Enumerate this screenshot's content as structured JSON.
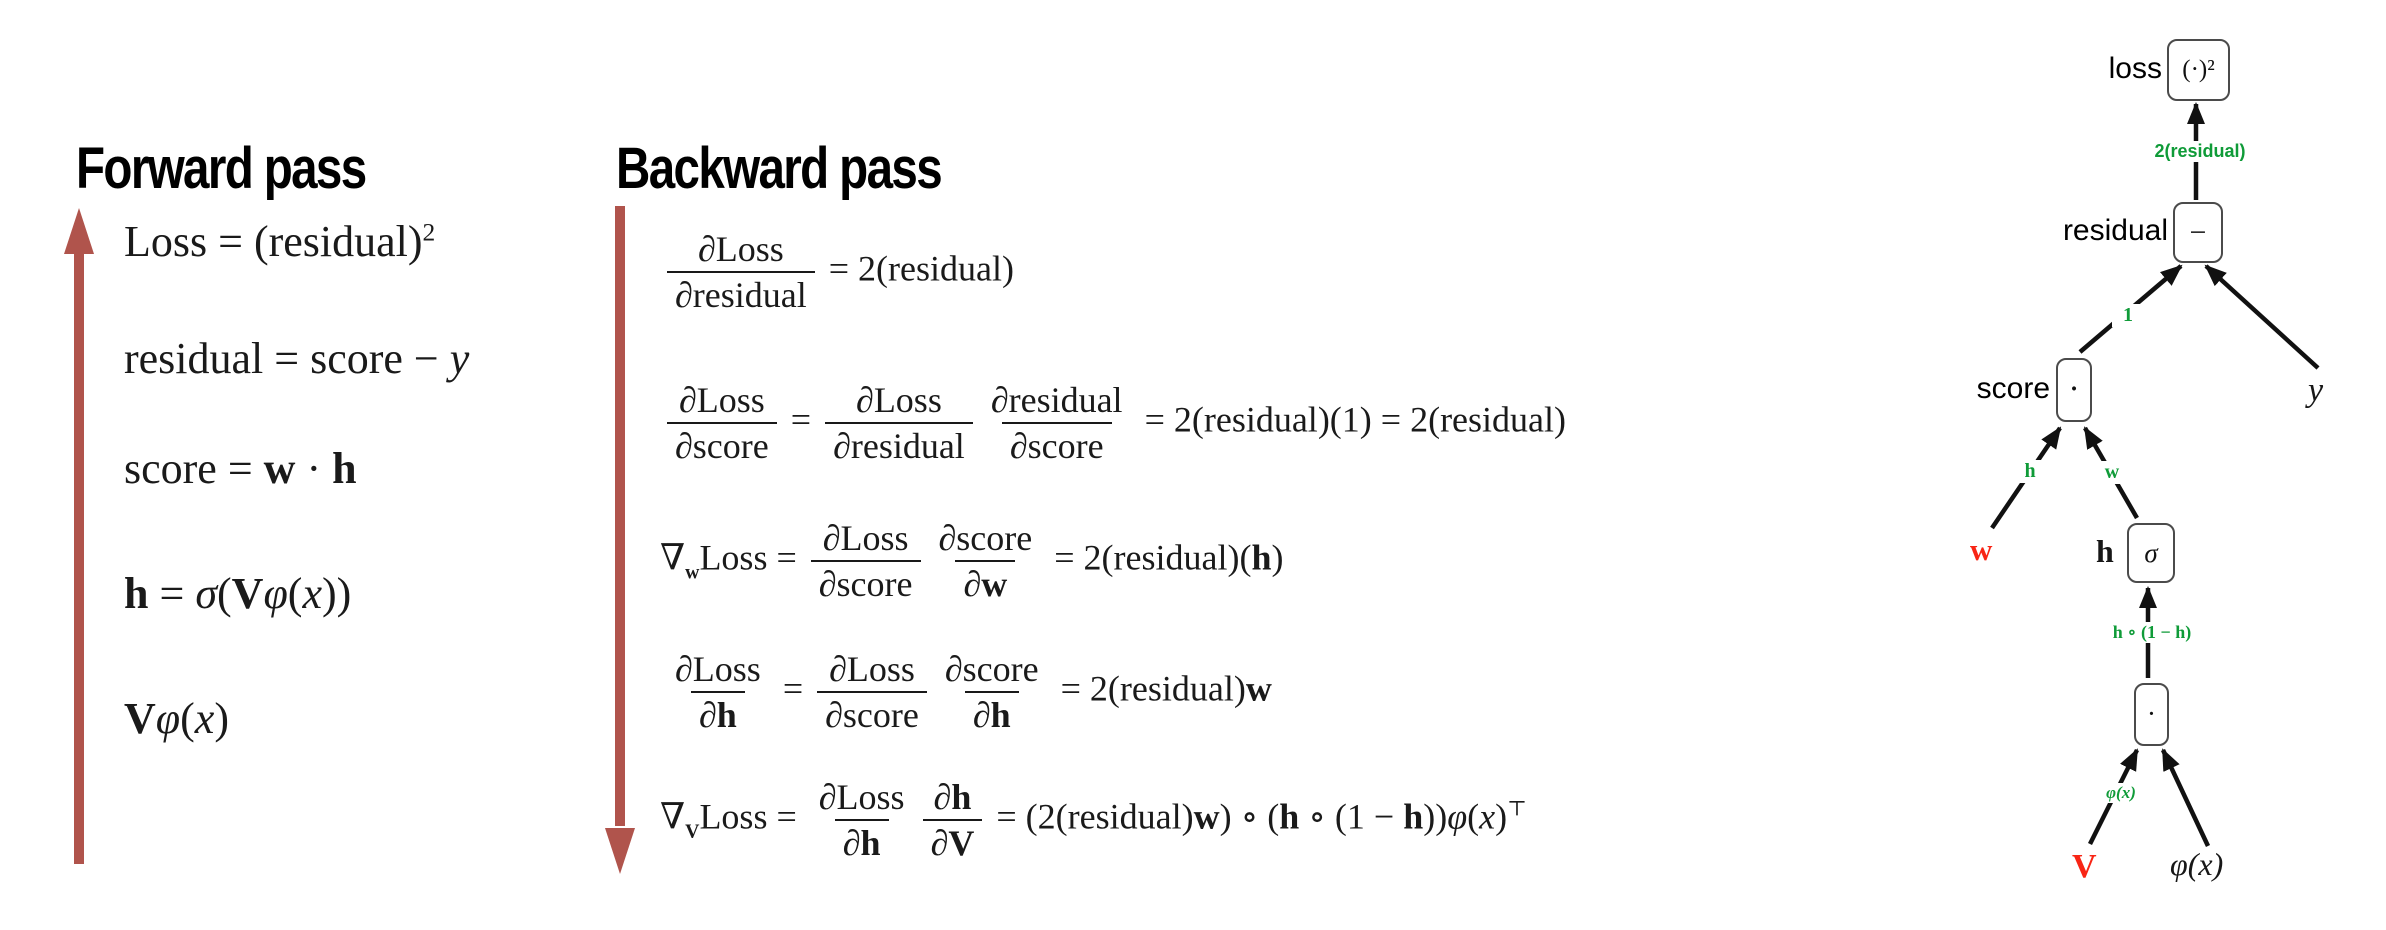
{
  "colors": {
    "flow_arrow": "#b0544c",
    "gradient_green": "#0f9b38",
    "param_red": "#f82515",
    "edge_black": "#111111"
  },
  "forward": {
    "title": "Forward pass",
    "equations": [
      [
        {
          "k": "t",
          "v": "Loss = (residual)"
        },
        {
          "k": "sup",
          "v": "2"
        }
      ],
      [
        {
          "k": "t",
          "v": "residual = score − "
        },
        {
          "k": "i",
          "v": "y"
        }
      ],
      [
        {
          "k": "t",
          "v": "score = "
        },
        {
          "k": "b",
          "v": "w"
        },
        {
          "k": "t",
          "v": " · "
        },
        {
          "k": "b",
          "v": "h"
        }
      ],
      [
        {
          "k": "b",
          "v": "h"
        },
        {
          "k": "t",
          "v": " = "
        },
        {
          "k": "i",
          "v": "σ"
        },
        {
          "k": "t",
          "v": "("
        },
        {
          "k": "b",
          "v": "V"
        },
        {
          "k": "i",
          "v": "φ"
        },
        {
          "k": "t",
          "v": "("
        },
        {
          "k": "i",
          "v": "x"
        },
        {
          "k": "t",
          "v": "))"
        }
      ],
      [
        {
          "k": "b",
          "v": "V"
        },
        {
          "k": "i",
          "v": "φ"
        },
        {
          "k": "t",
          "v": "("
        },
        {
          "k": "i",
          "v": "x"
        },
        {
          "k": "t",
          "v": ")"
        }
      ]
    ]
  },
  "backward": {
    "title": "Backward pass",
    "equations": [
      [
        {
          "k": "f",
          "n": [
            {
              "k": "t",
              "v": "∂Loss"
            }
          ],
          "d": [
            {
              "k": "t",
              "v": "∂residual"
            }
          ]
        },
        {
          "k": "t",
          "v": " = 2(residual)"
        }
      ],
      [
        {
          "k": "f",
          "n": [
            {
              "k": "t",
              "v": "∂Loss"
            }
          ],
          "d": [
            {
              "k": "t",
              "v": "∂score"
            }
          ]
        },
        {
          "k": "t",
          "v": " = "
        },
        {
          "k": "f",
          "n": [
            {
              "k": "t",
              "v": "∂Loss"
            }
          ],
          "d": [
            {
              "k": "t",
              "v": "∂residual"
            }
          ]
        },
        {
          "k": "f",
          "n": [
            {
              "k": "t",
              "v": "∂residual"
            }
          ],
          "d": [
            {
              "k": "t",
              "v": "∂score"
            }
          ]
        },
        {
          "k": "t",
          "v": " = 2(residual)(1) = 2(residual)"
        }
      ],
      [
        {
          "k": "t",
          "v": "∇"
        },
        {
          "k": "sub",
          "v": "w"
        },
        {
          "k": "t",
          "v": "Loss = "
        },
        {
          "k": "f",
          "n": [
            {
              "k": "t",
              "v": "∂Loss"
            }
          ],
          "d": [
            {
              "k": "t",
              "v": "∂score"
            }
          ]
        },
        {
          "k": "f",
          "n": [
            {
              "k": "t",
              "v": "∂score"
            }
          ],
          "d": [
            {
              "k": "t",
              "v": "∂"
            },
            {
              "k": "b",
              "v": "w"
            }
          ]
        },
        {
          "k": "t",
          "v": " = 2(residual)("
        },
        {
          "k": "b",
          "v": "h"
        },
        {
          "k": "t",
          "v": ")"
        }
      ],
      [
        {
          "k": "f",
          "n": [
            {
              "k": "t",
              "v": "∂Loss"
            }
          ],
          "d": [
            {
              "k": "t",
              "v": "∂"
            },
            {
              "k": "b",
              "v": "h"
            }
          ]
        },
        {
          "k": "t",
          "v": " = "
        },
        {
          "k": "f",
          "n": [
            {
              "k": "t",
              "v": "∂Loss"
            }
          ],
          "d": [
            {
              "k": "t",
              "v": "∂score"
            }
          ]
        },
        {
          "k": "f",
          "n": [
            {
              "k": "t",
              "v": "∂score"
            }
          ],
          "d": [
            {
              "k": "t",
              "v": "∂"
            },
            {
              "k": "b",
              "v": "h"
            }
          ]
        },
        {
          "k": "t",
          "v": " = 2(residual)"
        },
        {
          "k": "b",
          "v": "w"
        }
      ],
      [
        {
          "k": "t",
          "v": "∇"
        },
        {
          "k": "sub",
          "v": "V"
        },
        {
          "k": "t",
          "v": "Loss = "
        },
        {
          "k": "f",
          "n": [
            {
              "k": "t",
              "v": "∂Loss"
            }
          ],
          "d": [
            {
              "k": "t",
              "v": "∂"
            },
            {
              "k": "b",
              "v": "h"
            }
          ]
        },
        {
          "k": "f",
          "n": [
            {
              "k": "t",
              "v": "∂"
            },
            {
              "k": "b",
              "v": "h"
            }
          ],
          "d": [
            {
              "k": "t",
              "v": "∂"
            },
            {
              "k": "b",
              "v": "V"
            }
          ]
        },
        {
          "k": "t",
          "v": " = (2(residual)"
        },
        {
          "k": "b",
          "v": "w"
        },
        {
          "k": "t",
          "v": ") ∘ ("
        },
        {
          "k": "b",
          "v": "h"
        },
        {
          "k": "t",
          "v": " ∘ (1 − "
        },
        {
          "k": "b",
          "v": "h"
        },
        {
          "k": "t",
          "v": "))"
        },
        {
          "k": "i",
          "v": "φ"
        },
        {
          "k": "t",
          "v": "("
        },
        {
          "k": "i",
          "v": "x"
        },
        {
          "k": "t",
          "v": ")"
        },
        {
          "k": "sup",
          "v": "⊤"
        }
      ]
    ]
  },
  "graph": {
    "nodes": {
      "loss": {
        "label": "loss",
        "op": "(·)²"
      },
      "residual": {
        "label": "residual",
        "op": "−"
      },
      "score": {
        "label": "score",
        "op": "·"
      },
      "sigma": {
        "label": "h",
        "op": "σ"
      },
      "prod": {
        "op": "·"
      },
      "y": {
        "label": "y"
      },
      "w": {
        "label": "w"
      },
      "V": {
        "label": "V"
      },
      "phix": {
        "label": "φ(x)"
      }
    },
    "edge_labels": {
      "residual_to_loss": "2(residual)",
      "score_to_residual": "1",
      "w_to_score": "h",
      "sigma_to_score": "w",
      "prod_to_sigma": "h ∘ (1 − h)",
      "V_to_prod": "φ(x)"
    }
  }
}
